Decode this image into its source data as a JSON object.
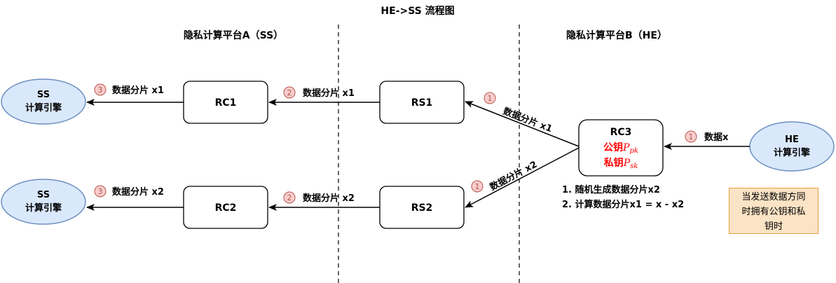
{
  "title": "HE->SS 流程图",
  "platform_a": "隐私计算平台A（SS）",
  "platform_b": "隐私计算平台B（HE）",
  "engine_ss": "SS",
  "engine_line2": "计算引擎",
  "engine_he": "HE",
  "rc1": "RC1",
  "rc2": "RC2",
  "rc3": "RC3",
  "rs1": "RS1",
  "rs2": "RS2",
  "pk_prefix": "公钥",
  "sk_prefix": "私钥",
  "math_p": "P",
  "pk_sub": "pk",
  "sk_sub": "sk",
  "data_x": "数据x",
  "share_x1": "数据分片 x1",
  "share_x2": "数据分片 x2",
  "step1": "1",
  "step2": "2",
  "step3": "3",
  "list_1": "1. 随机生成数据分片x2",
  "list_2": "2. 计算数据分片x1 = x - x2",
  "note_line1": "当发送数据方同",
  "note_line2": "时拥有公钥和私",
  "note_line3": "钥时",
  "colors": {
    "engine_fill": "#dae8fc",
    "engine_stroke": "#6c8ebf",
    "step_fill": "#f8cecc",
    "step_stroke": "#b85450",
    "key_text": "#ff0000",
    "note_fill": "#fbe3c5"
  }
}
